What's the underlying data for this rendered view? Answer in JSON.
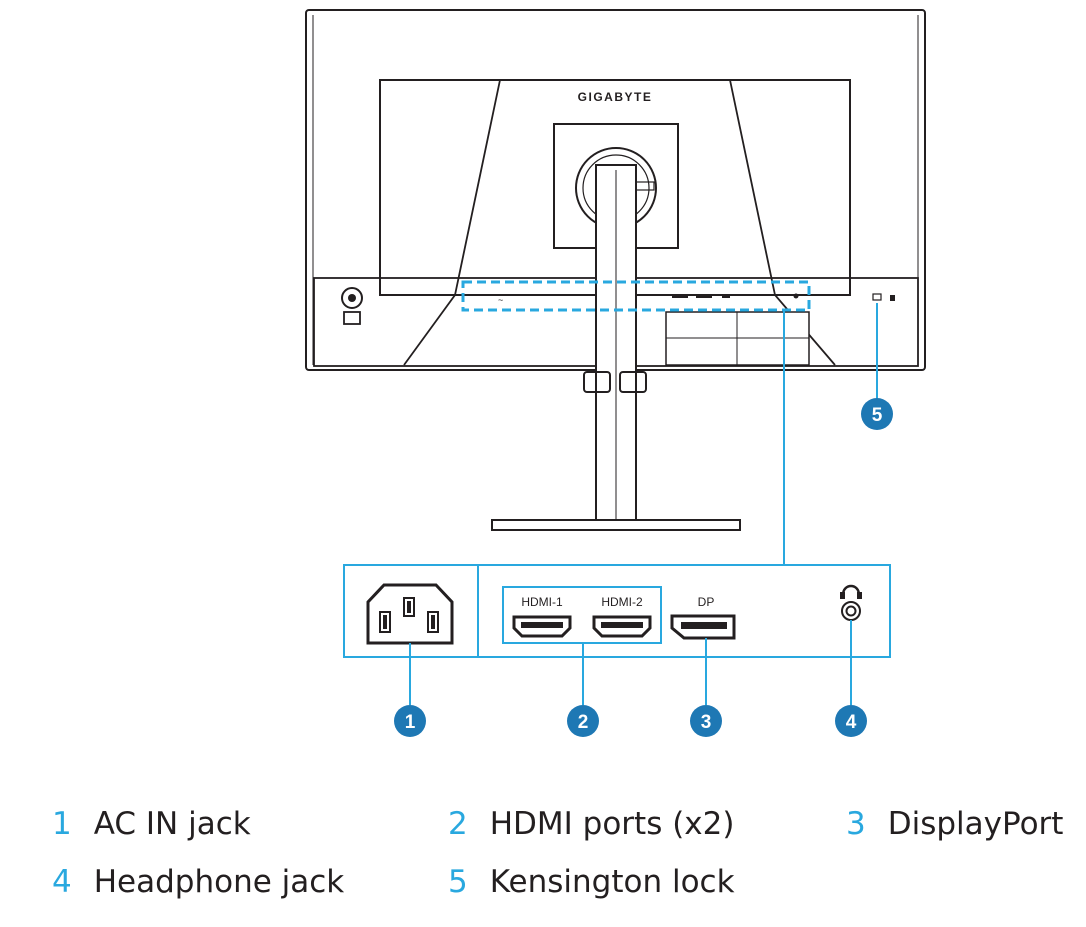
{
  "brand": "GIGABYTE",
  "port_labels": {
    "hdmi1": "HDMI-1",
    "hdmi2": "HDMI-2",
    "dp": "DP"
  },
  "callouts": [
    "1",
    "2",
    "3",
    "4",
    "5"
  ],
  "legend": [
    {
      "num": "1",
      "label": "AC IN jack"
    },
    {
      "num": "2",
      "label": "HDMI ports (x2)"
    },
    {
      "num": "3",
      "label": "DisplayPort"
    },
    {
      "num": "4",
      "label": "Headphone jack"
    },
    {
      "num": "5",
      "label": "Kensington lock"
    }
  ],
  "colors": {
    "accent": "#29a8df",
    "badge": "#1e78b4",
    "outline": "#231f20"
  }
}
